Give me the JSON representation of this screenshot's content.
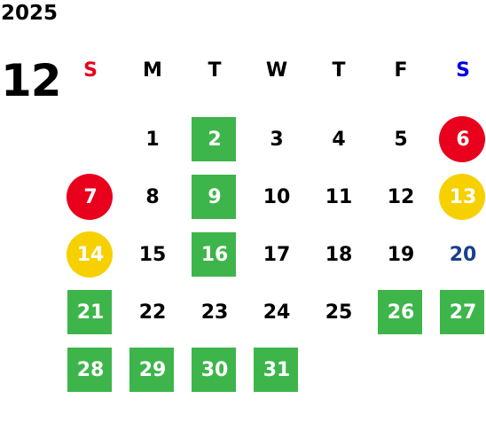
{
  "calendar": {
    "year": "2025",
    "month": "12",
    "weekdays": [
      {
        "label": "S",
        "color": "#e8001c"
      },
      {
        "label": "M",
        "color": "#000000"
      },
      {
        "label": "T",
        "color": "#000000"
      },
      {
        "label": "W",
        "color": "#000000"
      },
      {
        "label": "T",
        "color": "#000000"
      },
      {
        "label": "F",
        "color": "#000000"
      },
      {
        "label": "S",
        "color": "#0000e0"
      }
    ],
    "first_weekday_index": 1,
    "days": [
      {
        "n": "1"
      },
      {
        "n": "2",
        "mark": "square",
        "bg": "#3db54a"
      },
      {
        "n": "3"
      },
      {
        "n": "4"
      },
      {
        "n": "5"
      },
      {
        "n": "6",
        "mark": "circle",
        "bg": "#e8001c"
      },
      {
        "n": "7",
        "mark": "circle",
        "bg": "#e8001c"
      },
      {
        "n": "8"
      },
      {
        "n": "9",
        "mark": "square",
        "bg": "#3db54a"
      },
      {
        "n": "10"
      },
      {
        "n": "11"
      },
      {
        "n": "12"
      },
      {
        "n": "13",
        "mark": "circle",
        "bg": "#f7d000"
      },
      {
        "n": "14",
        "mark": "circle",
        "bg": "#f7d000"
      },
      {
        "n": "15"
      },
      {
        "n": "16",
        "mark": "square",
        "bg": "#3db54a"
      },
      {
        "n": "17"
      },
      {
        "n": "18"
      },
      {
        "n": "19"
      },
      {
        "n": "20",
        "color": "#1a3f8f"
      },
      {
        "n": "21",
        "mark": "square",
        "bg": "#3db54a"
      },
      {
        "n": "22"
      },
      {
        "n": "23"
      },
      {
        "n": "24"
      },
      {
        "n": "25"
      },
      {
        "n": "26",
        "mark": "square",
        "bg": "#3db54a"
      },
      {
        "n": "27",
        "mark": "square",
        "bg": "#3db54a"
      },
      {
        "n": "28",
        "mark": "square",
        "bg": "#3db54a"
      },
      {
        "n": "29",
        "mark": "square",
        "bg": "#3db54a"
      },
      {
        "n": "30",
        "mark": "square",
        "bg": "#3db54a"
      },
      {
        "n": "31",
        "mark": "square",
        "bg": "#3db54a"
      }
    ]
  }
}
